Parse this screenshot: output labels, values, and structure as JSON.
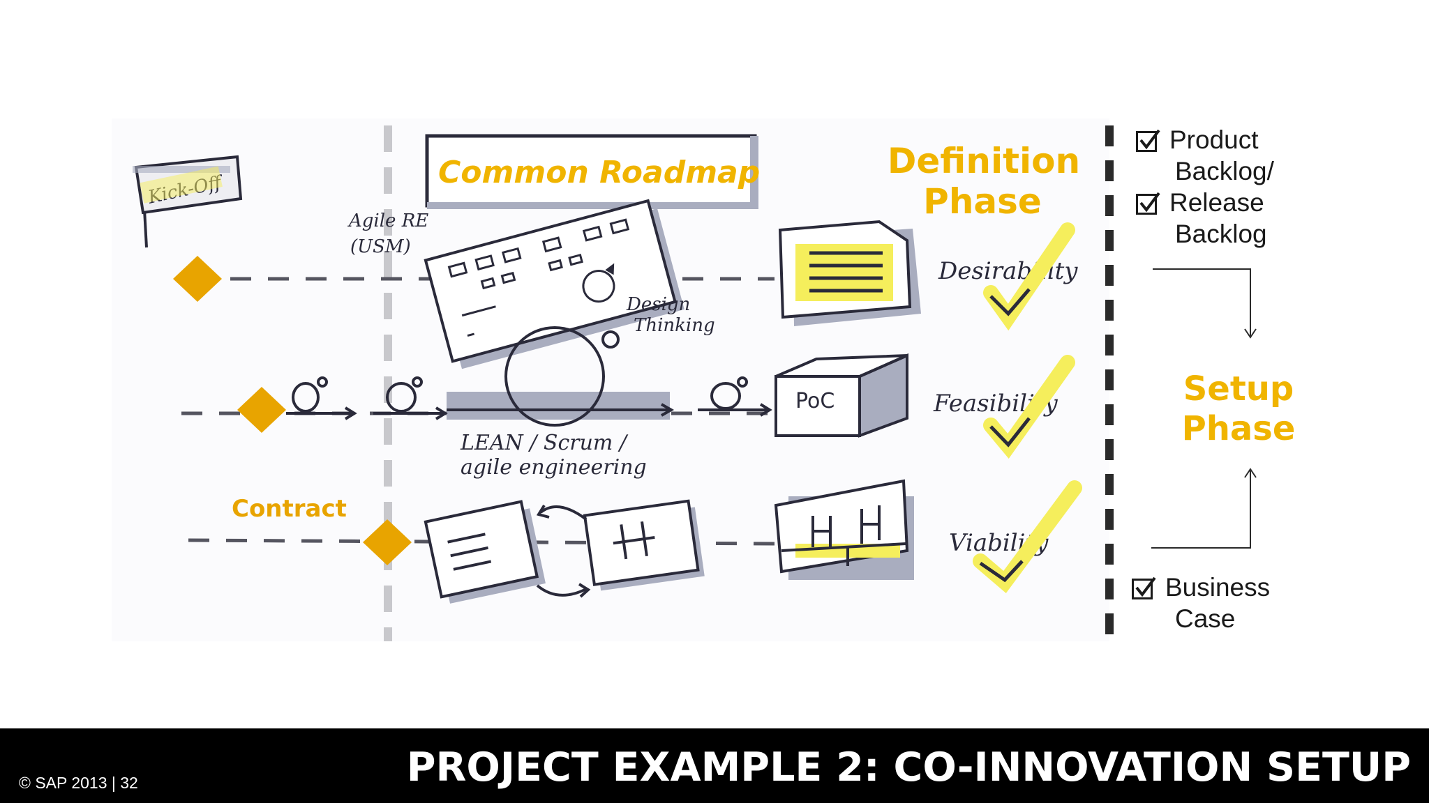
{
  "diagram": {
    "kickoff_label": "Kick-Off",
    "roadmap_label": "Common Roadmap",
    "agile_re_label_line1": "Agile RE",
    "agile_re_label_line2": "(USM)",
    "design_thinking_line1": "Design",
    "design_thinking_line2": "Thinking",
    "lean_line1": "LEAN / Scrum /",
    "lean_line2": "agile engineering",
    "poc_label": "PoC",
    "contract_label": "Contract",
    "desirability_label": "Desirability",
    "feasibility_label": "Feasibility",
    "viability_label": "Viability",
    "definition_phase_line1": "Definition",
    "definition_phase_line2": "Phase",
    "setup_phase_line1": "Setup",
    "setup_phase_line2": "Phase",
    "checklist_top": [
      {
        "line1": "Product",
        "line2": "Backlog/"
      },
      {
        "line1": "Release",
        "line2": "Backlog"
      }
    ],
    "checklist_bottom": {
      "line1": "Business",
      "line2": "Case"
    },
    "colors": {
      "accent": "#e8a400",
      "yellow_marker": "#f5ee5c",
      "gray_marker": "#a9adbf",
      "ink": "#2a2a3a"
    }
  },
  "footer": {
    "copyright": "© SAP 2013  |  32",
    "title": "PROJECT EXAMPLE 2: CO-INNOVATION SETUP"
  }
}
